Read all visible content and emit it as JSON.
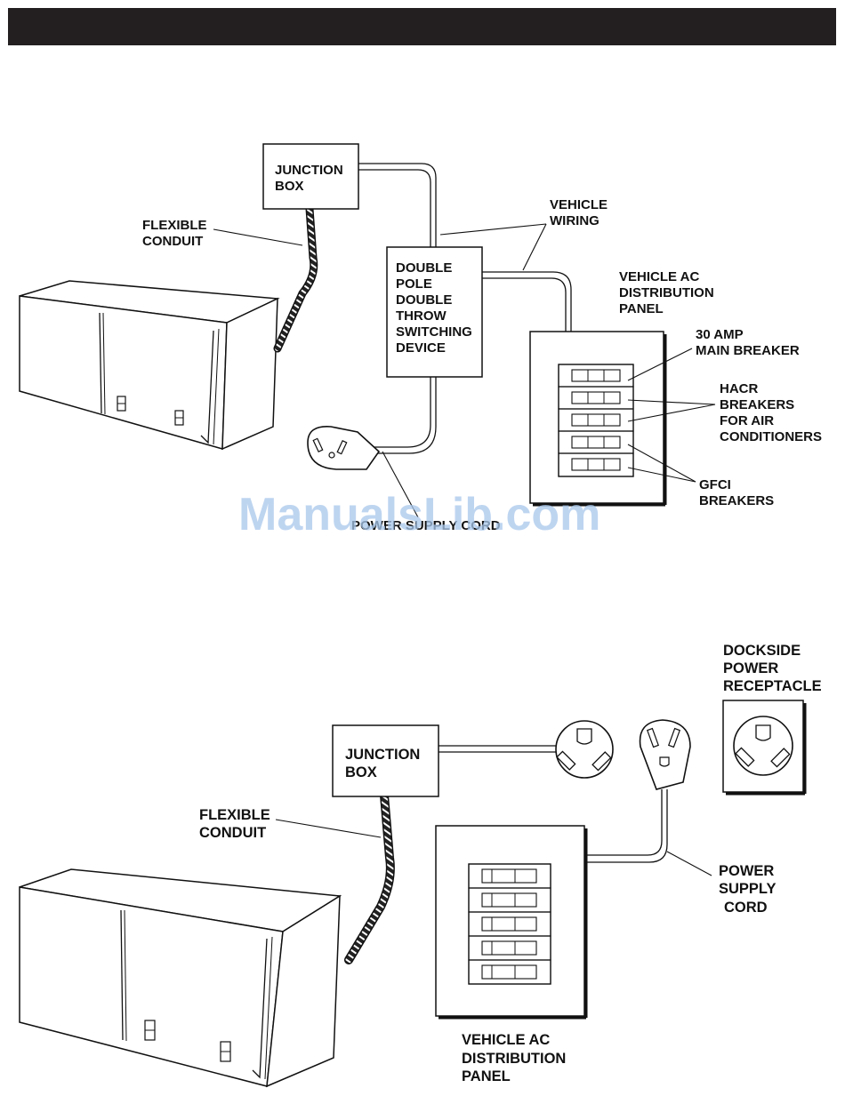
{
  "watermark": "ManualsLib.com",
  "diagram_top": {
    "junction_box": [
      "JUNCTION",
      "BOX"
    ],
    "flexible_conduit": [
      "FLEXIBLE",
      "CONDUIT"
    ],
    "vehicle_wiring": [
      "VEHICLE",
      "WIRING"
    ],
    "switching_device": [
      "DOUBLE",
      "POLE",
      "DOUBLE",
      "THROW",
      "SWITCHING",
      "DEVICE"
    ],
    "distribution_panel": [
      "VEHICLE AC",
      "DISTRIBUTION",
      "PANEL"
    ],
    "main_breaker": [
      "30 AMP",
      "MAIN BREAKER"
    ],
    "hacr_breakers": [
      "HACR",
      "BREAKERS",
      "FOR AIR",
      "CONDITIONERS"
    ],
    "gfci_breakers": [
      "GFCI",
      "BREAKERS"
    ],
    "power_supply_cord": "POWER SUPPLY CORD"
  },
  "diagram_bottom": {
    "dockside": [
      "DOCKSIDE",
      "POWER",
      "RECEPTACLE"
    ],
    "junction_box": [
      "JUNCTION",
      "BOX"
    ],
    "flexible_conduit": [
      "FLEXIBLE",
      "CONDUIT"
    ],
    "power_supply_cord": [
      "POWER",
      "SUPPLY",
      "CORD"
    ],
    "distribution_panel": [
      "VEHICLE AC",
      "DISTRIBUTION",
      "PANEL"
    ]
  }
}
